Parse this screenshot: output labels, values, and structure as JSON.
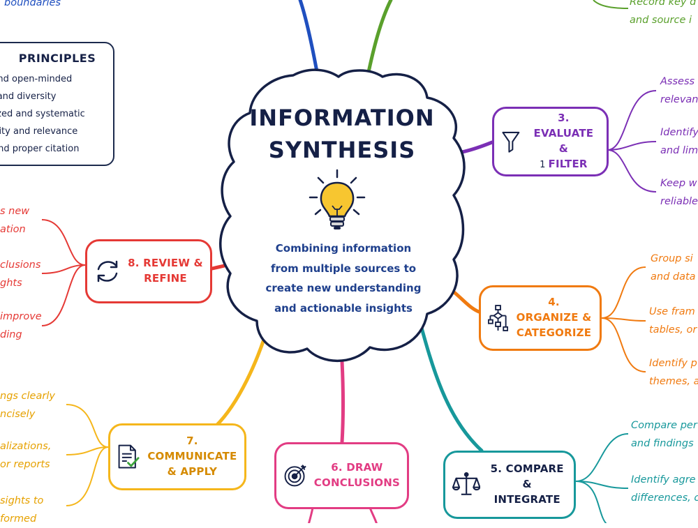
{
  "central": {
    "title_line1": "INFORMATION",
    "title_line2": "SYNTHESIS",
    "description": [
      "Combining information",
      "from multiple sources to",
      "create new understanding",
      "and actionable insights"
    ]
  },
  "principles": {
    "title": "PRINCIPLES",
    "items": [
      "ical and open-minded",
      "epth and diversity",
      "rganized and systematic",
      "n clarity and relevance",
      "use and proper citation"
    ]
  },
  "colors": {
    "navy": "#152046",
    "blue": "#1f4fbf",
    "green": "#5aa02c",
    "purple": "#7b2fb5",
    "orange": "#f07a10",
    "teal": "#17989b",
    "pink": "#e23c83",
    "yellow": "#f5b61b",
    "red": "#e53935"
  },
  "nodes": [
    {
      "id": "evaluate",
      "line1": "3. EVALUATE &",
      "line2": "FILTER",
      "icon": "funnel-icon",
      "glyph": "1"
    },
    {
      "id": "organize",
      "line1": "4. ORGANIZE &",
      "line2": "CATEGORIZE",
      "icon": "flowchart-icon"
    },
    {
      "id": "compare",
      "line1": "5. COMPARE &",
      "line2": "INTEGRATE",
      "icon": "balance-scale-icon"
    },
    {
      "id": "conclusions",
      "line1": "6. DRAW",
      "line2": "CONCLUSIONS",
      "icon": "target-icon"
    },
    {
      "id": "communicate",
      "line1": "7. COMMUNICATE",
      "line2": "& APPLY",
      "icon": "document-check-icon"
    },
    {
      "id": "review",
      "line1": "8. REVIEW &",
      "line2": "REFINE",
      "icon": "refresh-icon"
    }
  ],
  "notes": {
    "top_left": [
      "boundaries"
    ],
    "top_right": [
      "Record key d",
      "and source i"
    ],
    "evaluate": [
      [
        "Assess",
        "relevan"
      ],
      [
        "Identify",
        "and lim"
      ],
      [
        "Keep w",
        "reliable"
      ]
    ],
    "organize": [
      [
        "Group si",
        "and data"
      ],
      [
        "Use fram",
        "tables, or"
      ],
      [
        "Identify p",
        "themes, a"
      ]
    ],
    "compare": [
      [
        "Compare per",
        "and findings"
      ],
      [
        "Identify agre",
        "differences, c"
      ]
    ],
    "communicate": [
      [
        "ngs clearly",
        "ncisely"
      ],
      [
        "alizations,",
        " or reports"
      ],
      [
        "sights to",
        "formed"
      ]
    ],
    "review": [
      [
        "s new",
        "ation"
      ],
      [
        "clusions",
        "ghts"
      ],
      [
        "improve",
        "ding"
      ]
    ]
  }
}
